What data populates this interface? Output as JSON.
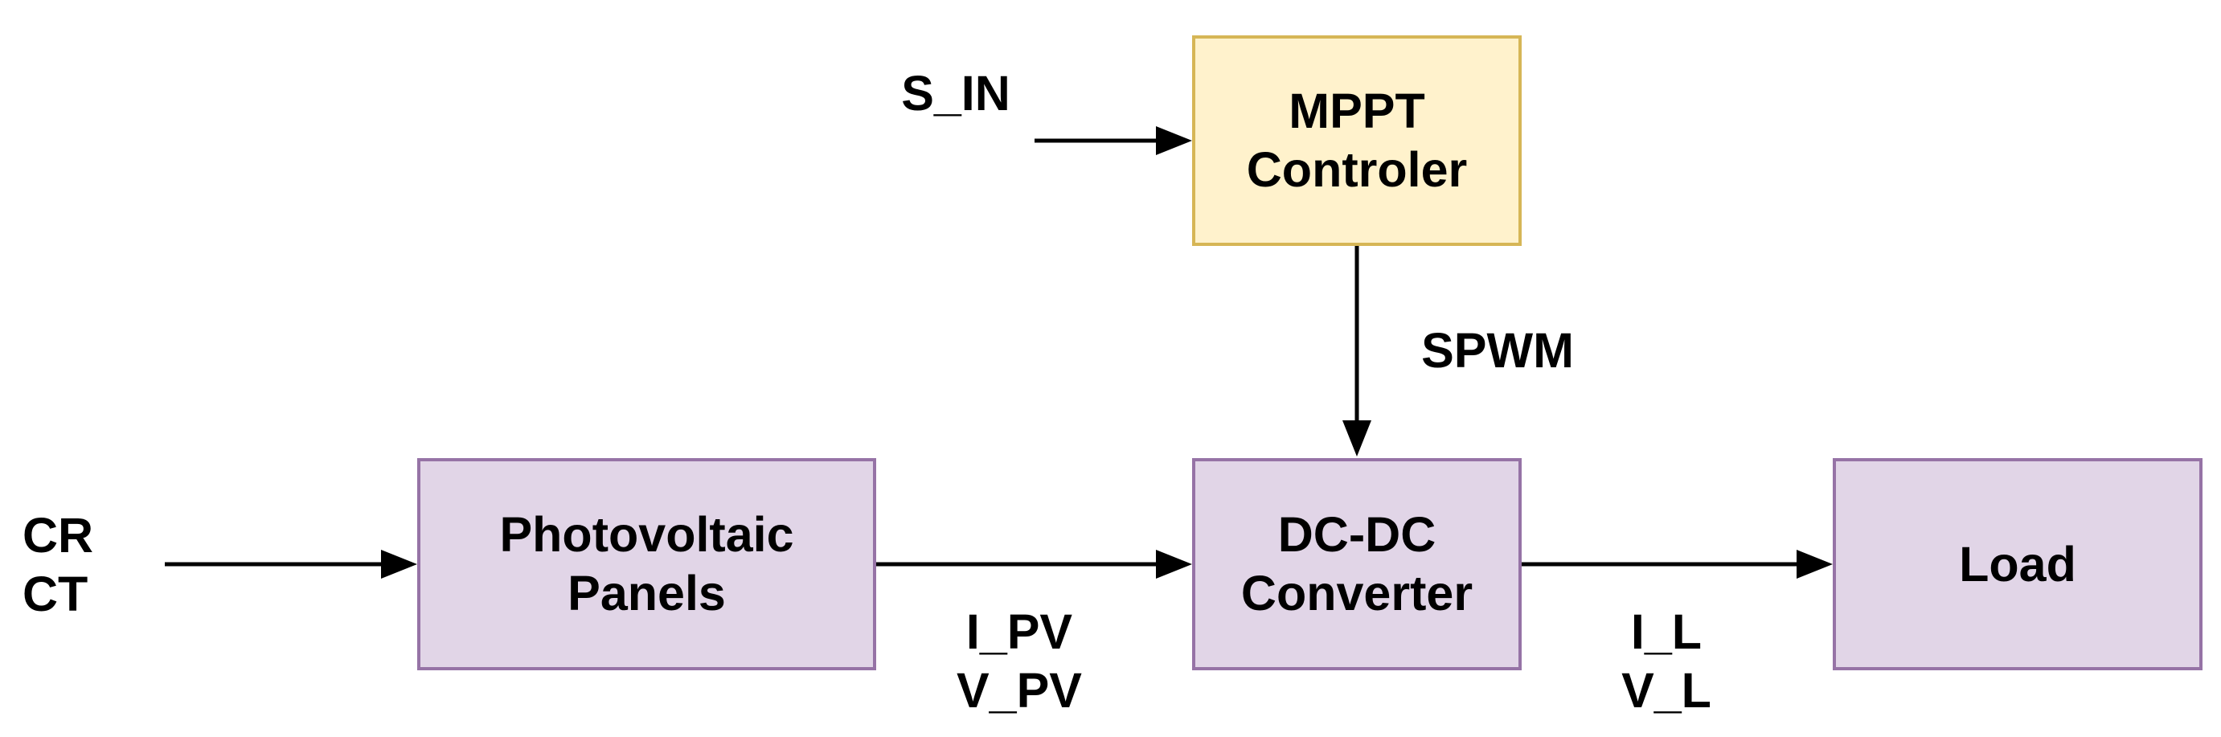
{
  "diagram_type": "block-diagram",
  "nodes": {
    "mppt": {
      "line1": "MPPT",
      "line2": "Controler"
    },
    "pv": {
      "line1": "Photovoltaic",
      "line2": "Panels"
    },
    "dcdc": {
      "line1": "DC-DC",
      "line2": "Converter"
    },
    "load": {
      "line1": "Load"
    }
  },
  "labels": {
    "s_in": "S_IN",
    "spwm": "SPWM",
    "cr": "CR",
    "ct": "CT",
    "i_pv": "I_PV",
    "v_pv": "V_PV",
    "i_l": "I_L",
    "v_l": "V_L"
  },
  "edges": [
    {
      "id": "s-in-to-mppt",
      "from": "external-input",
      "to": "mppt",
      "label": "S_IN"
    },
    {
      "id": "mppt-to-dcdc",
      "from": "mppt",
      "to": "dcdc",
      "label": "SPWM"
    },
    {
      "id": "cr-ct-to-pv",
      "from": "external-input",
      "to": "pv",
      "label": "CR CT"
    },
    {
      "id": "pv-to-dcdc",
      "from": "pv",
      "to": "dcdc",
      "label": "I_PV V_PV"
    },
    {
      "id": "dcdc-to-load",
      "from": "dcdc",
      "to": "load",
      "label": "I_L V_L"
    }
  ],
  "colors": {
    "background": "#FFFFFF",
    "text": "#000000",
    "arrow": "#000000",
    "yellow_fill": "#FFF2CC",
    "yellow_border": "#D6B656",
    "purple_fill": "#E1D5E7",
    "purple_border": "#9673A6"
  }
}
